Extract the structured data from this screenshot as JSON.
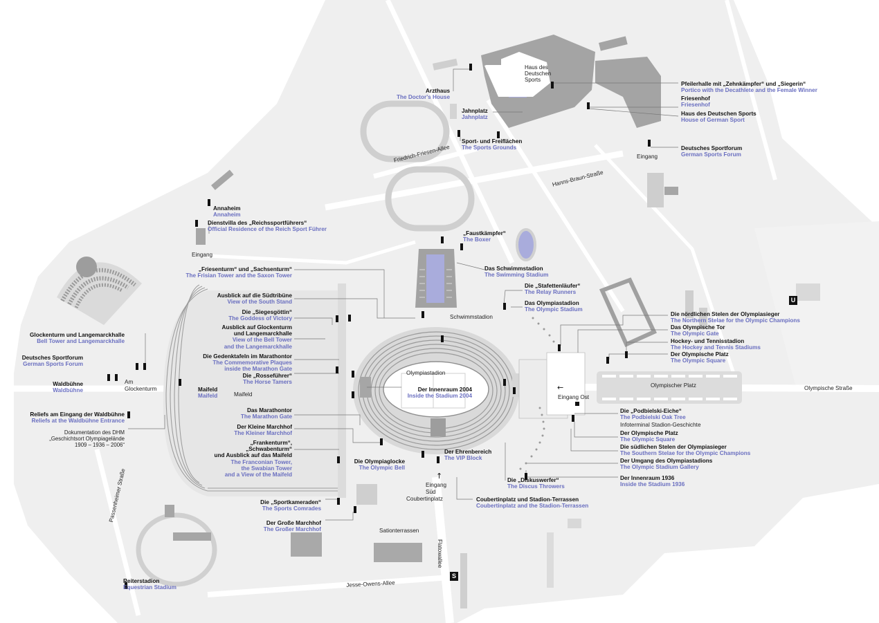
{
  "map": {
    "colors": {
      "ground": "#efefef",
      "buildings": "#a4a4a4",
      "light_buildings": "#d2d2d2",
      "pools": "#a9acdc",
      "english_text": "#6a6fc0",
      "markers": "#111111"
    },
    "icons": {
      "ubahn": "U",
      "sbahn": "S",
      "arrow_east": "←",
      "arrow_south": "↑"
    }
  },
  "pois": {
    "arzthaus": {
      "de": "Arzthaus",
      "en": "The Doctor's House"
    },
    "jahnplatz": {
      "de": "Jahnplatz",
      "en": "Jahnplatz"
    },
    "sportgrounds": {
      "de": "Sport- und Freiflächen",
      "en": "The Sports Grounds"
    },
    "pfeilerhalle": {
      "de": "Pfeilerhalle mit „Zehnkämpfer“ und „Siegerin“",
      "en": "Portico with the Decathlete and the Female Winner"
    },
    "friesenhof": {
      "de": "Friesenhof",
      "en": "Friesenhof"
    },
    "hausdessports": {
      "de": "Haus des Deutschen Sports",
      "en": "House of German Sport"
    },
    "sportforum_ne": {
      "de": "Deutsches Sportforum",
      "en": "German Sports Forum"
    },
    "annaheim": {
      "de": "Annaheim",
      "en": "Annaheim"
    },
    "dienstvilla": {
      "de": "Dienstvilla des „Reichssportführers“",
      "en": "Official Residence of the Reich Sport Führer"
    },
    "faustkaempfer": {
      "de": "„Faustkämpfer“",
      "en": "The Boxer"
    },
    "schwimmstadion": {
      "de": "Das Schwimmstadion",
      "en": "The Swimming Stadium"
    },
    "staffel": {
      "de": "Die „Stafettenläufer“",
      "en": "The Relay Runners"
    },
    "olympiastadion": {
      "de": "Das Olympiastadion",
      "en": "The Olympic Stadium"
    },
    "friesenturm": {
      "de": "„Friesenturm“ und „Sachsenturm“",
      "en": "The Frisian Tower and the Saxon Tower"
    },
    "suedtribuene": {
      "de": "Ausblick auf die Südtribüne",
      "en": "View of the South Stand"
    },
    "siegesgoettin": {
      "de": "Die „Siegesgöttin“",
      "en": "The Goddess of Victory"
    },
    "ausblick_glocke_de1": "Ausblick auf Glockenturm",
    "ausblick_glocke_de2": "und Langemarckhalle",
    "ausblick_glocke_en1": "View of the Bell Tower",
    "ausblick_glocke_en2": "and the Langemarckhalle",
    "gedenktafeln": {
      "de": "Die Gedenktafeln im Marathontor",
      "en1": "The Commemorative Plaques",
      "en2": "inside the Marathon Gate"
    },
    "rossefuehrer": {
      "de": "Die „Rosseführer“",
      "en": "The Horse Tamers"
    },
    "maifeld": {
      "de": "Maifeld",
      "en": "Maifeld"
    },
    "marathontor": {
      "de": "Das Marathontor",
      "en": "The Marathon Gate"
    },
    "kleinermarchhof": {
      "de": "Der Kleine Marchhof",
      "en": "The Kleiner Marchhof"
    },
    "frankenturm": {
      "de1": "„Frankenturm“,",
      "de2": "„Schwabenturm“",
      "de3": "und Ausblick auf das Maifeld",
      "en1": "The Franconian Tower,",
      "en2": "the Swabian Tower",
      "en3": "and a View of the Maifeld"
    },
    "sportkameraden": {
      "de": "Die „Sportkameraden“",
      "en": "The Sports Comrades"
    },
    "grossermarchhof": {
      "de": "Der Große Marchhof",
      "en": "The Großer Marchhof"
    },
    "reiterstadion": {
      "de": "Reiterstadion",
      "en": "Equestrian Stadium"
    },
    "glockenturm": {
      "de": "Glockenturm und Langemarckhalle",
      "en": "Bell Tower and Langemarckhalle"
    },
    "sportforum_w": {
      "de": "Deutsches Sportforum",
      "en": "German Sports Forum"
    },
    "waldbuehne": {
      "de": "Waldbühne",
      "en": "Waldbühne"
    },
    "reliefs": {
      "de": "Reliefs am Eingang der Waldbühne",
      "en": "Reliefs at the Waldbühne Entrance"
    },
    "innenraum2004": {
      "de": "Der Innenraum 2004",
      "en": "Inside the Stadium 2004"
    },
    "olympiaglocke": {
      "de": "Die Olympiaglocke",
      "en": "The Olympic Bell"
    },
    "ehrenbereich": {
      "de": "Der Ehrenbereich",
      "en": "The VIP Block"
    },
    "diskuswerfer": {
      "de": "Die „Diskuswerfer“",
      "en": "The Discus Throwers"
    },
    "coubertin": {
      "de": "Coubertinplatz und Stadion-Terrassen",
      "en": "Coubertinplatz and the Stadion-Terrassen"
    },
    "stelen_n": {
      "de": "Die nördlichen Stelen der Olympiasieger",
      "en": "The Northern Stelae for the Olympic Champions"
    },
    "olympischestor": {
      "de": "Das Olympische Tor",
      "en": "The Olympic Gate"
    },
    "hockey": {
      "de": "Hockey- und Tennisstadion",
      "en": "The Hockey and Tennis Stadiums"
    },
    "olympischerplatz_n": {
      "de": "Der Olympische Platz",
      "en": "The Olympic Square"
    },
    "eiche": {
      "de": "Die „Podbielski-Eiche“",
      "en": "The Podbielski Oak Tree"
    },
    "infoterminal": "Infoterminal Stadion-Geschichte",
    "olympischerplatz_s": {
      "de": "Der Olympische Platz",
      "en": "The Olympic Square"
    },
    "stelen_s": {
      "de": "Die südlichen Stelen der Olympiasieger",
      "en": "The Southern Stelae for the Olympic Champions"
    },
    "umgang": {
      "de": "Der Umgang des Olympiastadions",
      "en": "The Olympic Stadium Gallery"
    },
    "innenraum1936": {
      "de": "Der Innenraum 1936",
      "en": "Inside the Stadium 1936"
    }
  },
  "places": {
    "haus_des_deutschen_sports": [
      "Haus des",
      "Deutschen",
      "Sports"
    ],
    "friedrich_friesen_allee": "Friedrich-Friesen-Allee",
    "hanns_braun_strasse": "Hanns-Braun-Straße",
    "eingang_ne": "Eingang",
    "eingang_w": "Eingang",
    "schwimmstadion": "Schwimmstadion",
    "olympiastadion": "Olympiastadion",
    "olympischer_platz": "Olympischer Platz",
    "olympische_strasse": "Olympische Straße",
    "eingang_ost": "Eingang Ost",
    "am_glockenturm": [
      "Am",
      "Glockenturm"
    ],
    "maifeld": "Maifeld",
    "eingang_sued": [
      "Eingang",
      "Süd"
    ],
    "coubertinplatz": "Coubertinplatz",
    "sationterrassen": "Sationterrassen",
    "flatowallee": "Flatowallee",
    "jesse_owens_allee": "Jesse-Owens-Allee",
    "passenheimer_strasse": "Passenheimer Straße",
    "dhm_note": [
      "Dokumentation des DHM",
      "„Geschichtsort Olympiagelände",
      "1909 – 1936 – 2006“"
    ]
  }
}
